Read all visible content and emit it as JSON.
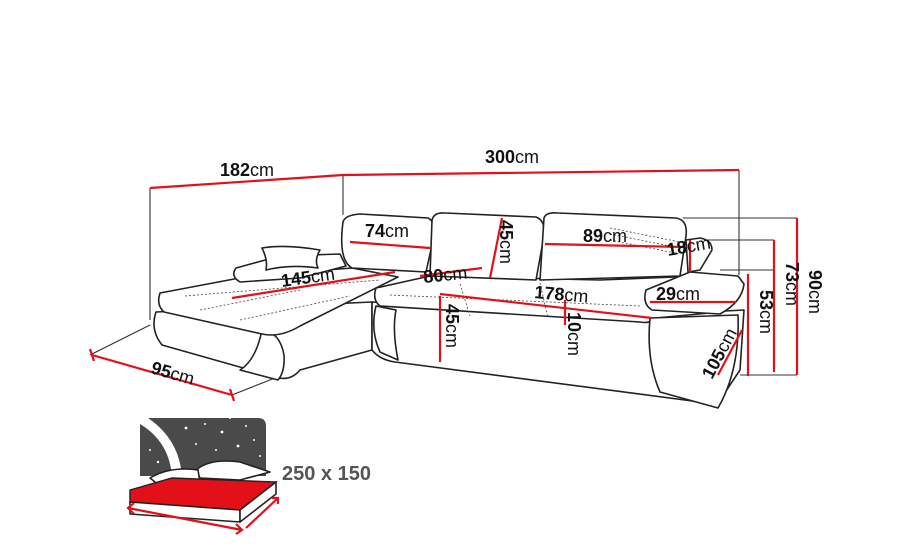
{
  "product": {
    "name": "corner-sofa-bed"
  },
  "dimensions": {
    "total_width": {
      "value": "300",
      "unit": "cm"
    },
    "chaise_depth": {
      "value": "182",
      "unit": "cm"
    },
    "chaise_width": {
      "value": "95",
      "unit": "cm"
    },
    "chaise_seat_length": {
      "value": "145",
      "unit": "cm"
    },
    "chaise_back_cushion": {
      "value": "74",
      "unit": "cm"
    },
    "back_cushion_height": {
      "value": "45",
      "unit": "cm"
    },
    "seat_depth": {
      "value": "80",
      "unit": "cm"
    },
    "seat_height": {
      "value": "45",
      "unit": "cm"
    },
    "main_back_cushion": {
      "value": "89",
      "unit": "cm"
    },
    "main_seat_width": {
      "value": "178",
      "unit": "cm"
    },
    "cushion_thickness": {
      "value": "10",
      "unit": "cm"
    },
    "armrest_height": {
      "value": "18",
      "unit": "cm"
    },
    "armrest_width": {
      "value": "29",
      "unit": "cm"
    },
    "depth": {
      "value": "105",
      "unit": "cm"
    },
    "armrest_top": {
      "value": "53",
      "unit": "cm"
    },
    "backrest_top": {
      "value": "73",
      "unit": "cm"
    },
    "total_height": {
      "value": "90",
      "unit": "cm"
    }
  },
  "sleeping_area": {
    "label": "250 x 150",
    "icon": "bed-icon",
    "colors": {
      "mattress": "#e3101a",
      "sky": "#4a4a4a"
    }
  },
  "colors": {
    "dimension_line": "#e3101a",
    "outline": "#222222"
  }
}
